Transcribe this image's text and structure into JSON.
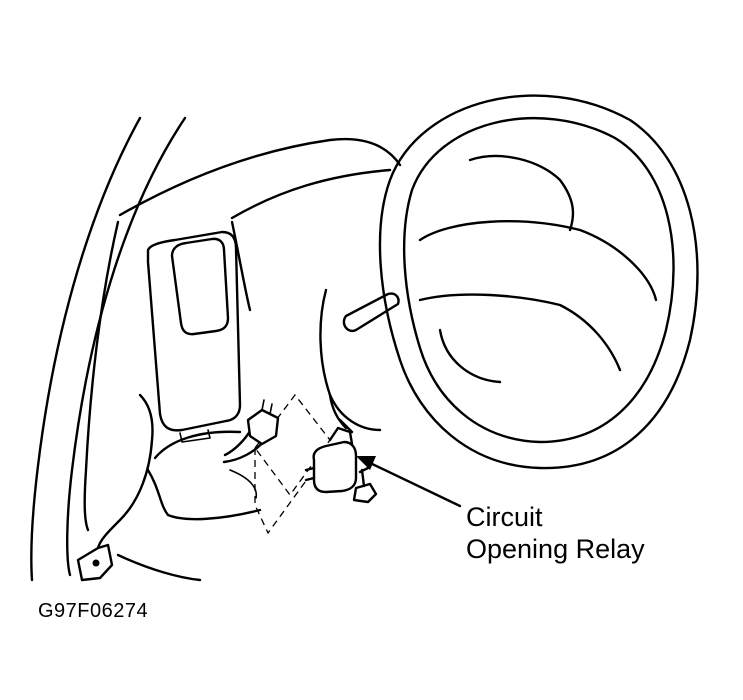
{
  "figure": {
    "callout": {
      "line1": "Circuit",
      "line2": "Opening Relay"
    },
    "code": "G97F06274"
  },
  "colors": {
    "ink": "#000000",
    "paper": "#ffffff"
  }
}
